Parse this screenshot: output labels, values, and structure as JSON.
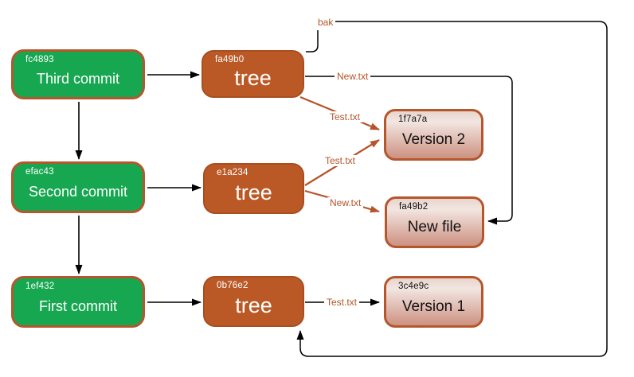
{
  "commits": [
    {
      "hash": "fc4893",
      "label": "Third commit"
    },
    {
      "hash": "efac43",
      "label": "Second commit"
    },
    {
      "hash": "1ef432",
      "label": "First commit"
    }
  ],
  "trees": [
    {
      "hash": "fa49b0",
      "label": "tree"
    },
    {
      "hash": "e1a234",
      "label": "tree"
    },
    {
      "hash": "0b76e2",
      "label": "tree"
    }
  ],
  "blobs": [
    {
      "hash": "1f7a7a",
      "label": "Version 2"
    },
    {
      "hash": "fa49b2",
      "label": "New file"
    },
    {
      "hash": "3c4e9c",
      "label": "Version 1"
    }
  ],
  "edges": {
    "bak": "bak",
    "tree1_new": "New.txt",
    "tree1_test": "Test.txt",
    "tree2_test": "Test.txt",
    "tree2_new": "New.txt",
    "tree3_test": "Test.txt"
  },
  "colors": {
    "commit_fill": "#17a751",
    "tree_fill": "#bb5926",
    "tree_border": "#a84e20",
    "node_border": "#b4572c",
    "blob_top": "#e9d4cd",
    "blob_mid": "#f2e6e1",
    "blob_bottom": "#cd9181",
    "edge_brown": "#b5542a",
    "edge_black": "#000000"
  }
}
